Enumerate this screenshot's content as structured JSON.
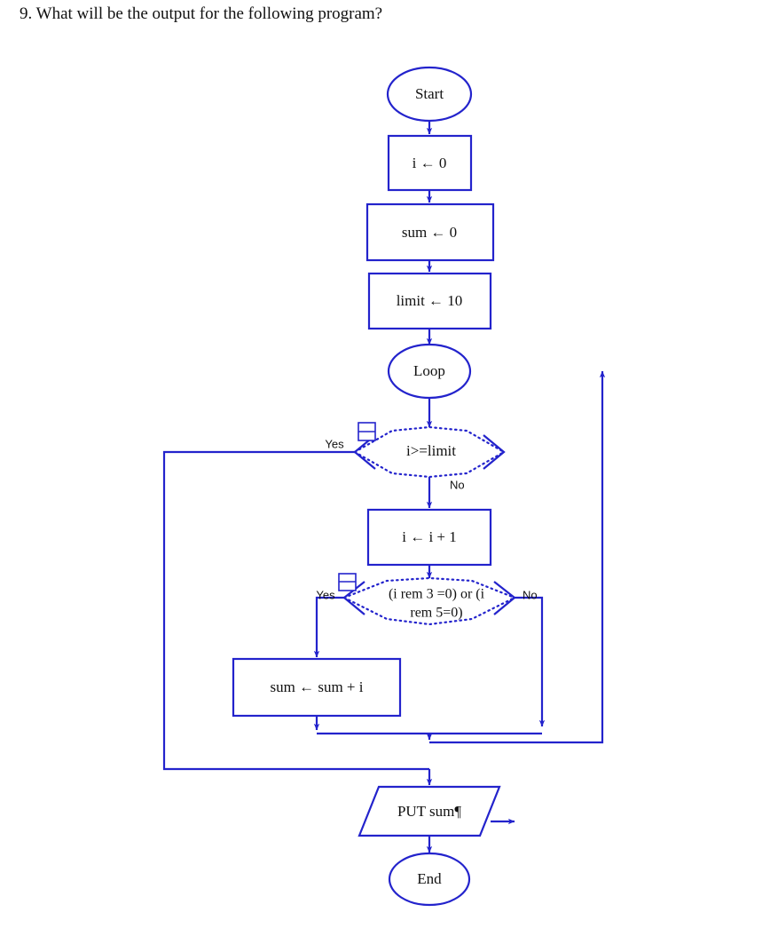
{
  "question": {
    "number": "9.",
    "text": "9. What will be the output for the following program?"
  },
  "colors": {
    "shape_stroke": "#2323CC",
    "text": "#111111",
    "background": "#FFFFFF"
  },
  "flowchart": {
    "title": "program flowchart",
    "nodes": [
      {
        "id": "start",
        "type": "terminator",
        "label": "Start"
      },
      {
        "id": "init_i",
        "type": "process",
        "label": "i ← 0"
      },
      {
        "id": "init_sum",
        "type": "process",
        "label": "sum ← 0"
      },
      {
        "id": "init_limit",
        "type": "process",
        "label": "limit ← 10"
      },
      {
        "id": "loop",
        "type": "loop",
        "label": "Loop"
      },
      {
        "id": "cond_limit",
        "type": "decision",
        "label": "i>=limit"
      },
      {
        "id": "incr_i",
        "type": "process",
        "label": "i ← i + 1"
      },
      {
        "id": "cond_rem",
        "type": "decision",
        "label_line1": "(i rem 3 =0) or (i",
        "label_line2": "rem 5=0)"
      },
      {
        "id": "add_sum",
        "type": "process",
        "label": "sum ← sum + i"
      },
      {
        "id": "put_sum",
        "type": "output",
        "label": "PUT sum¶"
      },
      {
        "id": "end",
        "type": "terminator",
        "label": "End"
      }
    ],
    "branch_labels": {
      "cond_limit_yes": "Yes",
      "cond_limit_no": "No",
      "cond_rem_yes": "Yes",
      "cond_rem_no": "No"
    },
    "icons": {
      "cond_limit_marker": "two-row-table-icon",
      "cond_rem_marker": "two-row-table-icon"
    }
  }
}
